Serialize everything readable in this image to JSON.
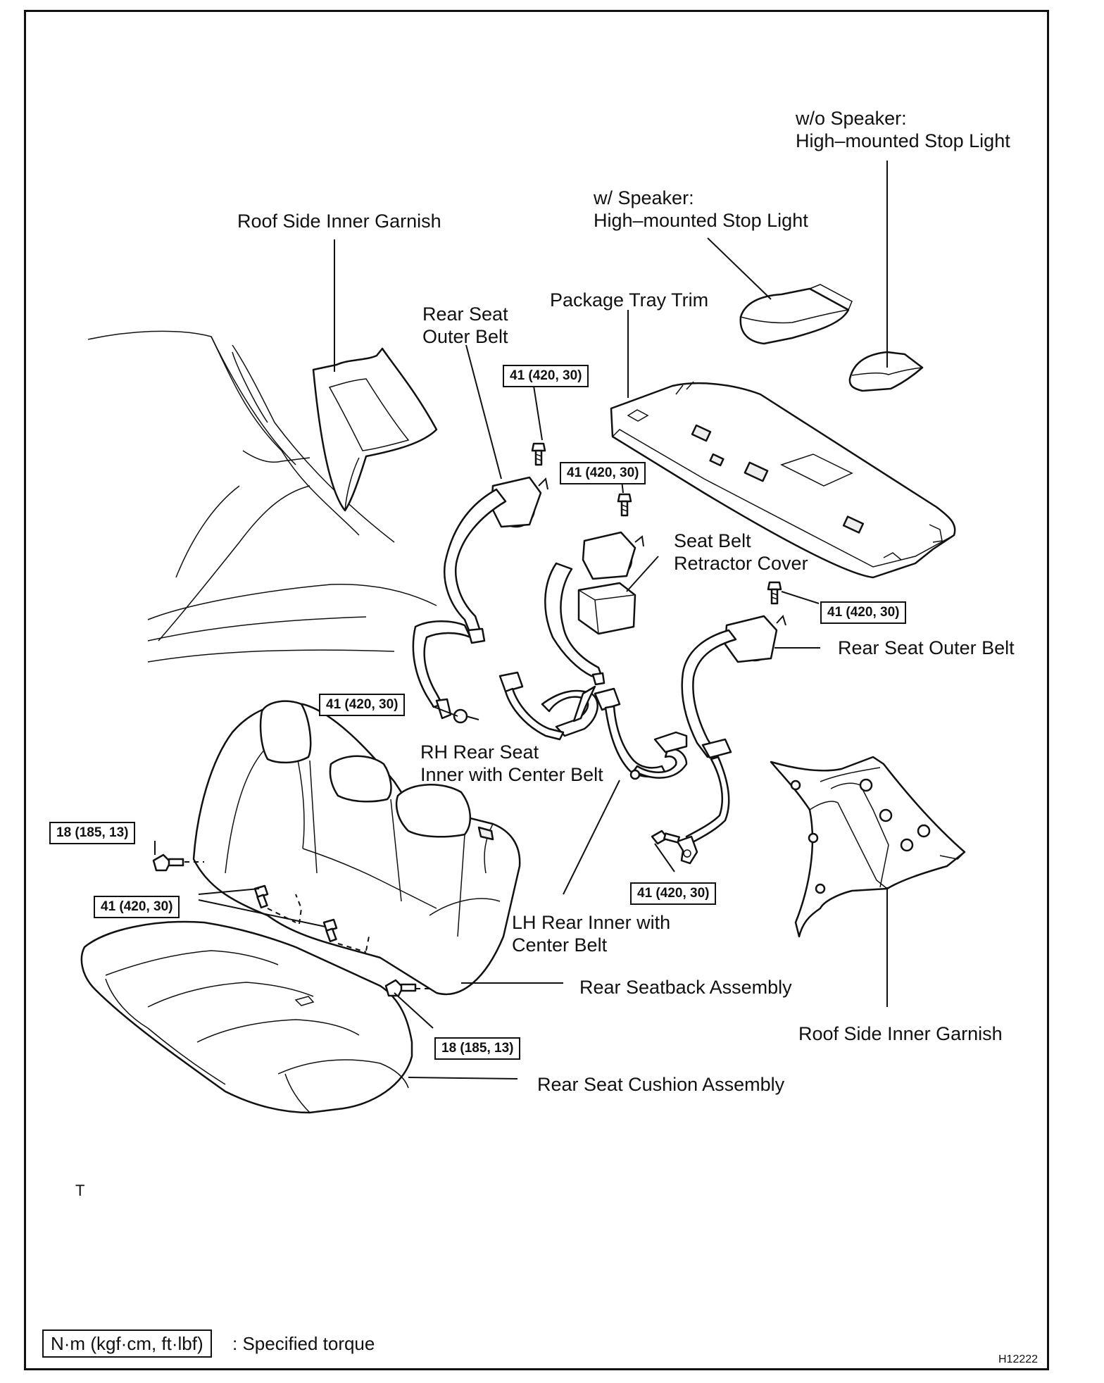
{
  "labels": {
    "wo_speaker_light": [
      "w/o Speaker:",
      "High–mounted Stop Light"
    ],
    "w_speaker_light": [
      "w/ Speaker:",
      "High–mounted Stop Light"
    ],
    "roof_garnish_left": "Roof Side Inner Garnish",
    "package_tray_trim": "Package Tray Trim",
    "rear_seat_outer_belt_left": [
      "Rear Seat",
      "Outer Belt"
    ],
    "seat_belt_retractor_cover": [
      "Seat Belt",
      "Retractor Cover"
    ],
    "rear_seat_outer_belt_right": "Rear Seat Outer Belt",
    "rh_inner_center_belt": [
      "RH Rear Seat",
      "Inner with Center Belt"
    ],
    "lh_inner_center_belt": [
      "LH Rear Inner with",
      "Center Belt"
    ],
    "rear_seatback_assembly": "Rear Seatback Assembly",
    "roof_garnish_right": "Roof Side Inner Garnish",
    "rear_seat_cushion_assembly": "Rear Seat Cushion Assembly"
  },
  "torques": {
    "outer_belt_top_left": "41 (420, 30)",
    "rh_retractor_top": "41 (420, 30)",
    "outer_belt_top_right": "41 (420, 30)",
    "outer_belt_anchor_left": "41 (420, 30)",
    "seatback_left_upper": "18 (185, 13)",
    "seatback_bolts": "41 (420, 30)",
    "outer_belt_anchor_right": "41 (420, 30)",
    "seatback_lower_right": "18 (185, 13)"
  },
  "view_mark": "T",
  "legend": {
    "unit": "N·m (kgf·cm, ft·lbf)",
    "text": ": Specified torque"
  },
  "figure_id": "H12222"
}
